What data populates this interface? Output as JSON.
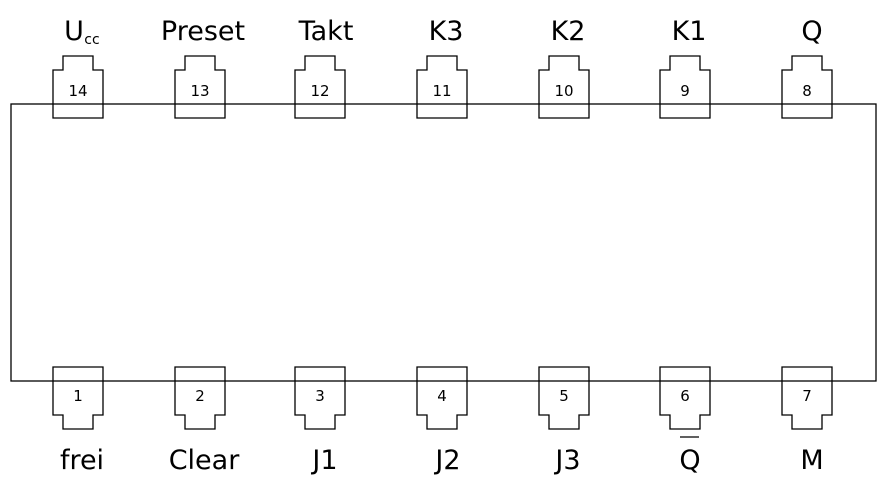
{
  "top_pins": [
    {
      "number": "14",
      "label": "U",
      "subscript": "cc"
    },
    {
      "number": "13",
      "label": "Preset"
    },
    {
      "number": "12",
      "label": "Takt"
    },
    {
      "number": "11",
      "label": "K3"
    },
    {
      "number": "10",
      "label": "K2"
    },
    {
      "number": "9",
      "label": "K1"
    },
    {
      "number": "8",
      "label": "Q"
    }
  ],
  "bottom_pins": [
    {
      "number": "1",
      "label": "frei"
    },
    {
      "number": "2",
      "label": "Clear"
    },
    {
      "number": "3",
      "label": "J1"
    },
    {
      "number": "4",
      "label": "J2"
    },
    {
      "number": "5",
      "label": "J3"
    },
    {
      "number": "6",
      "label": "Q",
      "overline": true
    },
    {
      "number": "7",
      "label": "M"
    }
  ]
}
